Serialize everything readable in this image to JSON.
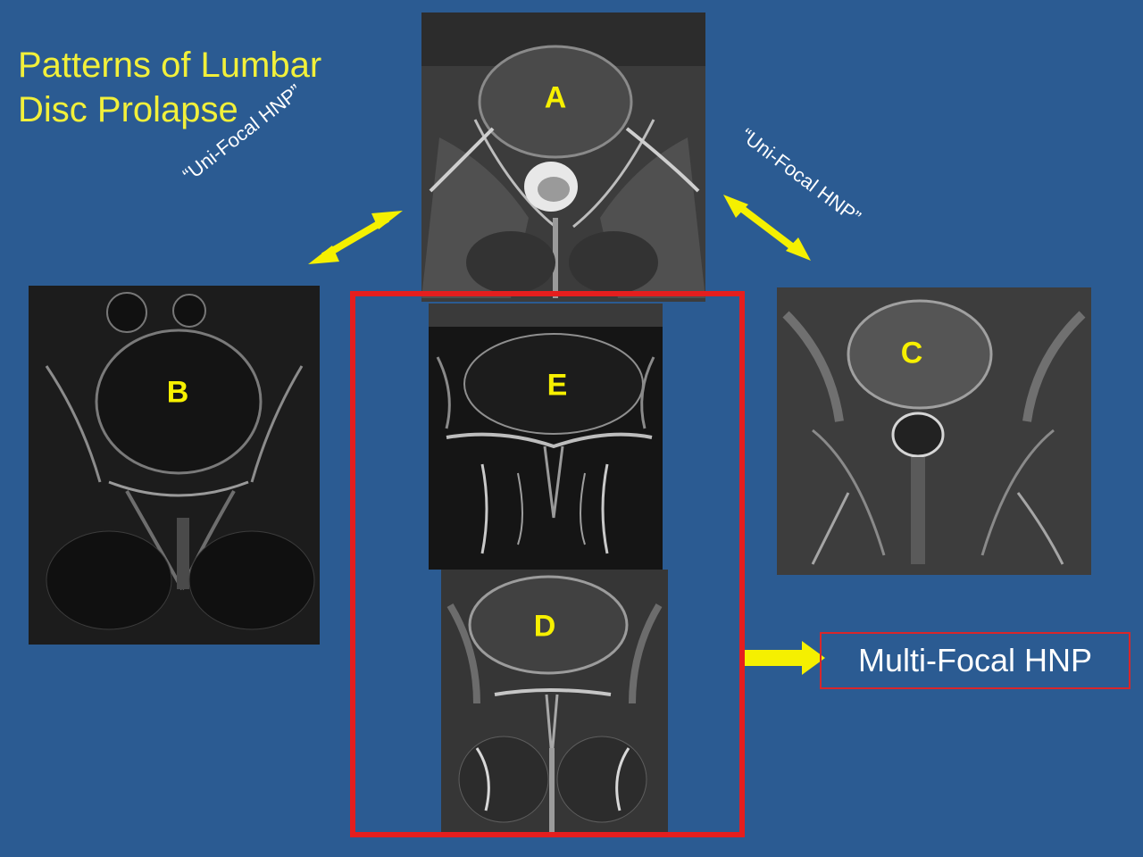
{
  "title": {
    "line1": "Patterns of Lumbar",
    "line2": "Disc Prolapse"
  },
  "scans": {
    "a": {
      "label": "A"
    },
    "b": {
      "label": "B"
    },
    "c": {
      "label": "C"
    },
    "d": {
      "label": "D"
    },
    "e": {
      "label": "E"
    }
  },
  "relations": {
    "left_label": "“Uni-Focal HNP”",
    "right_label": "“Uni-Focal HNP”",
    "multi_label": "Multi-Focal HNP"
  },
  "colors": {
    "background": "#2b5b92",
    "title": "#f2f03a",
    "scan_label": "#f7f000",
    "arrow": "#f5f000",
    "frame": "#e51e1e"
  }
}
